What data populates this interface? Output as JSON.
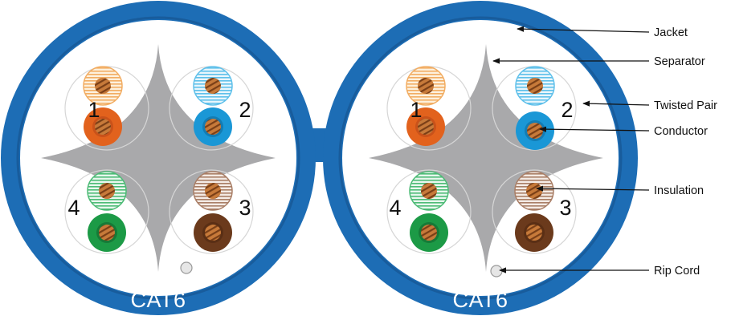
{
  "diagram": {
    "cable_labels": [
      "CAT6",
      "CAT6"
    ],
    "pair_numbers": [
      "1",
      "2",
      "3",
      "4"
    ],
    "callouts": {
      "jacket": "Jacket",
      "separator": "Separator",
      "twisted_pair": "Twisted Pair",
      "conductor": "Conductor",
      "insulation": "Insulation",
      "rip_cord": "Rip Cord"
    },
    "colors": {
      "jacket_blue": "#1d6db5",
      "separator_gray": "#a9a9ab",
      "orange": "#e2621d",
      "orange_stripe": "#f2ad63",
      "blue": "#1a97d6",
      "blue_stripe": "#8fd0ef",
      "green": "#1c9a46",
      "green_stripe": "#7fcf9b",
      "brown": "#6b3a1c",
      "brown_stripe": "#c29a82",
      "copper": "#b8692e"
    }
  }
}
